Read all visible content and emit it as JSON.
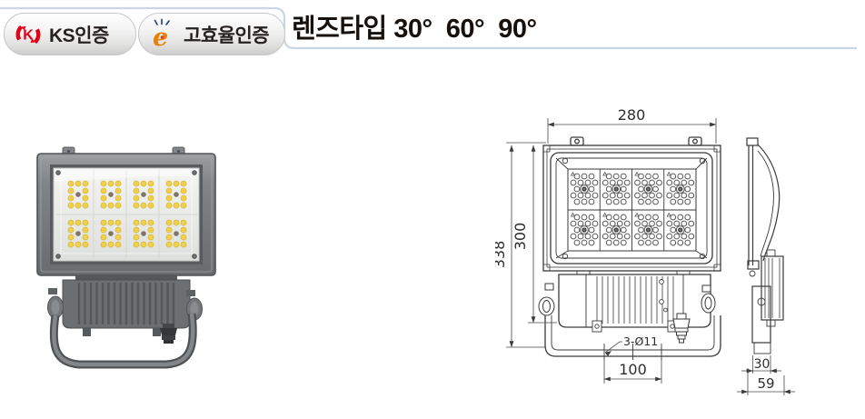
{
  "header": {
    "badges": [
      {
        "label": "KS인증"
      },
      {
        "label": "고효율인증"
      }
    ],
    "title": "렌즈타입 30°  60°  90°"
  },
  "drawing": {
    "dim_width": "280",
    "dim_height_inner": "300",
    "dim_height_overall": "338",
    "holes_label": "3-Ø11",
    "dim_hole_spacing": "100",
    "dim_depth_inner": "30",
    "dim_depth_overall": "59"
  }
}
